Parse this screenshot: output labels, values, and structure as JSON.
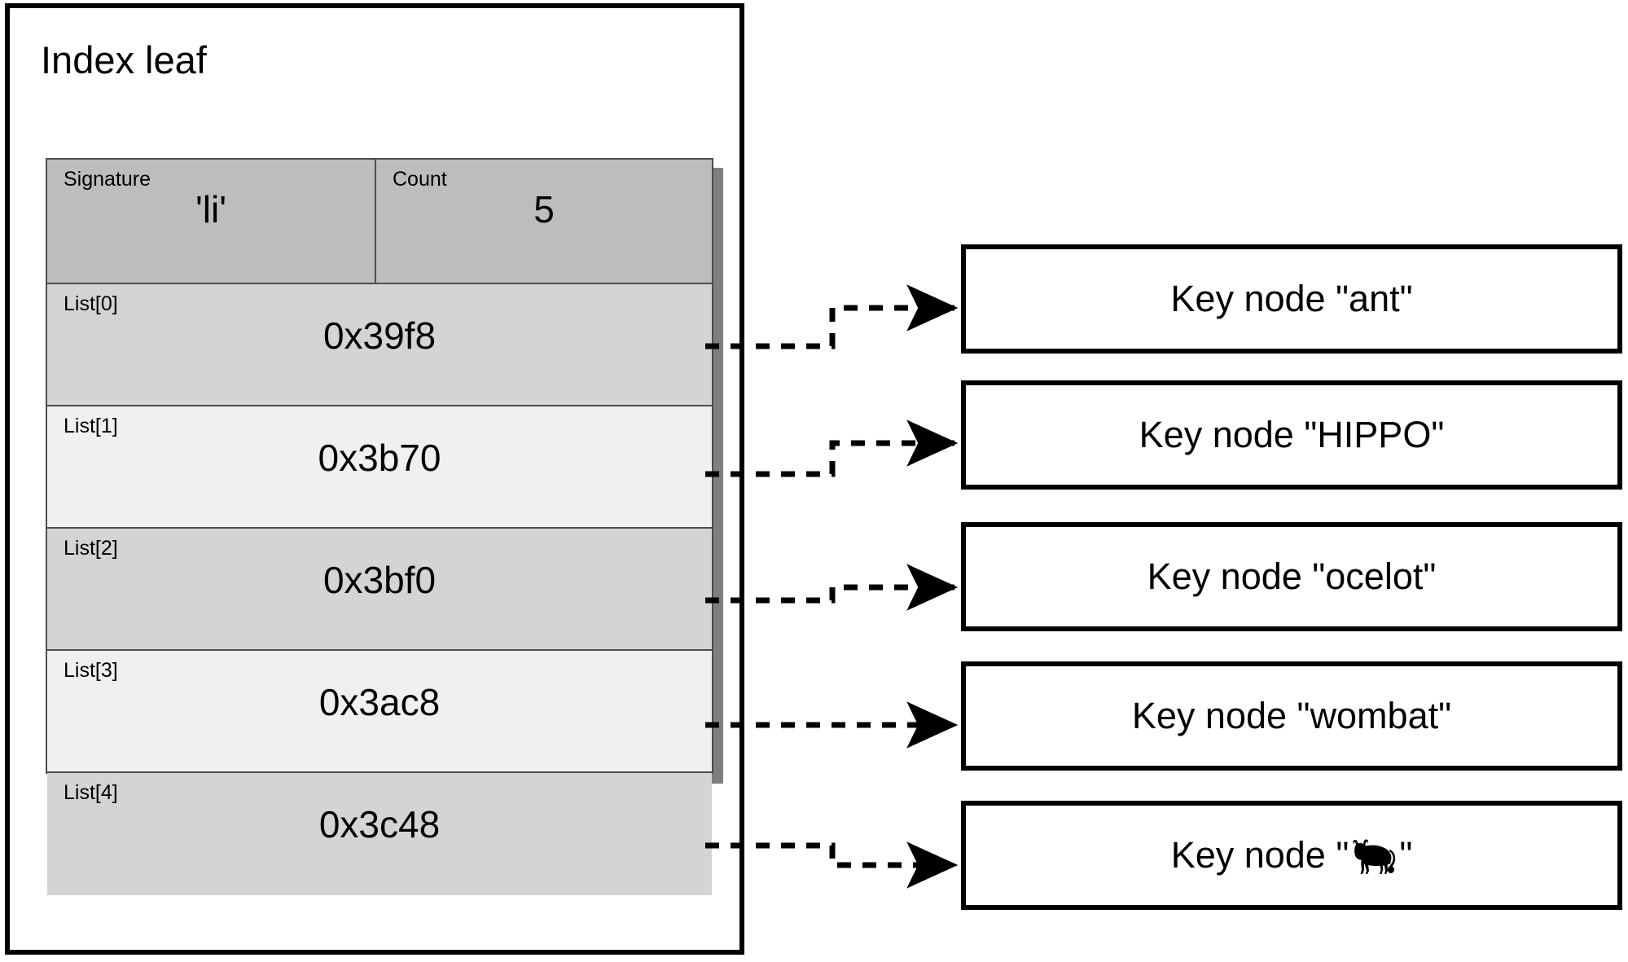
{
  "diagram": {
    "title": "Index leaf",
    "struct": {
      "header_fields": [
        {
          "label": "Signature",
          "value": "'li'"
        },
        {
          "label": "Count",
          "value": "5"
        }
      ],
      "list_entries": [
        {
          "label": "List[0]",
          "value": "0x39f8"
        },
        {
          "label": "List[1]",
          "value": "0x3b70"
        },
        {
          "label": "List[2]",
          "value": "0x3bf0"
        },
        {
          "label": "List[3]",
          "value": "0x3ac8"
        },
        {
          "label": "List[4]",
          "value": "0x3c48"
        }
      ]
    },
    "key_nodes": [
      {
        "prefix": "Key node \"",
        "key": "ant",
        "suffix": "\"",
        "glyph": ""
      },
      {
        "prefix": "Key node \"",
        "key": "HIPPO",
        "suffix": "\"",
        "glyph": ""
      },
      {
        "prefix": "Key node \"",
        "key": "ocelot",
        "suffix": "\"",
        "glyph": ""
      },
      {
        "prefix": "Key node \"",
        "key": "wombat",
        "suffix": "\"",
        "glyph": ""
      },
      {
        "prefix": "Key node \"",
        "key": "",
        "suffix": "\"",
        "glyph": "ox-icon"
      }
    ],
    "colors": {
      "outline": "#000000",
      "table_border": "#4d4d4d",
      "header_fill": "#bdbdbd",
      "row_fill_dark": "#d4d4d4",
      "row_fill_light": "#f0f0f0",
      "shadow": "#7f7f7f",
      "background": "#ffffff"
    }
  }
}
